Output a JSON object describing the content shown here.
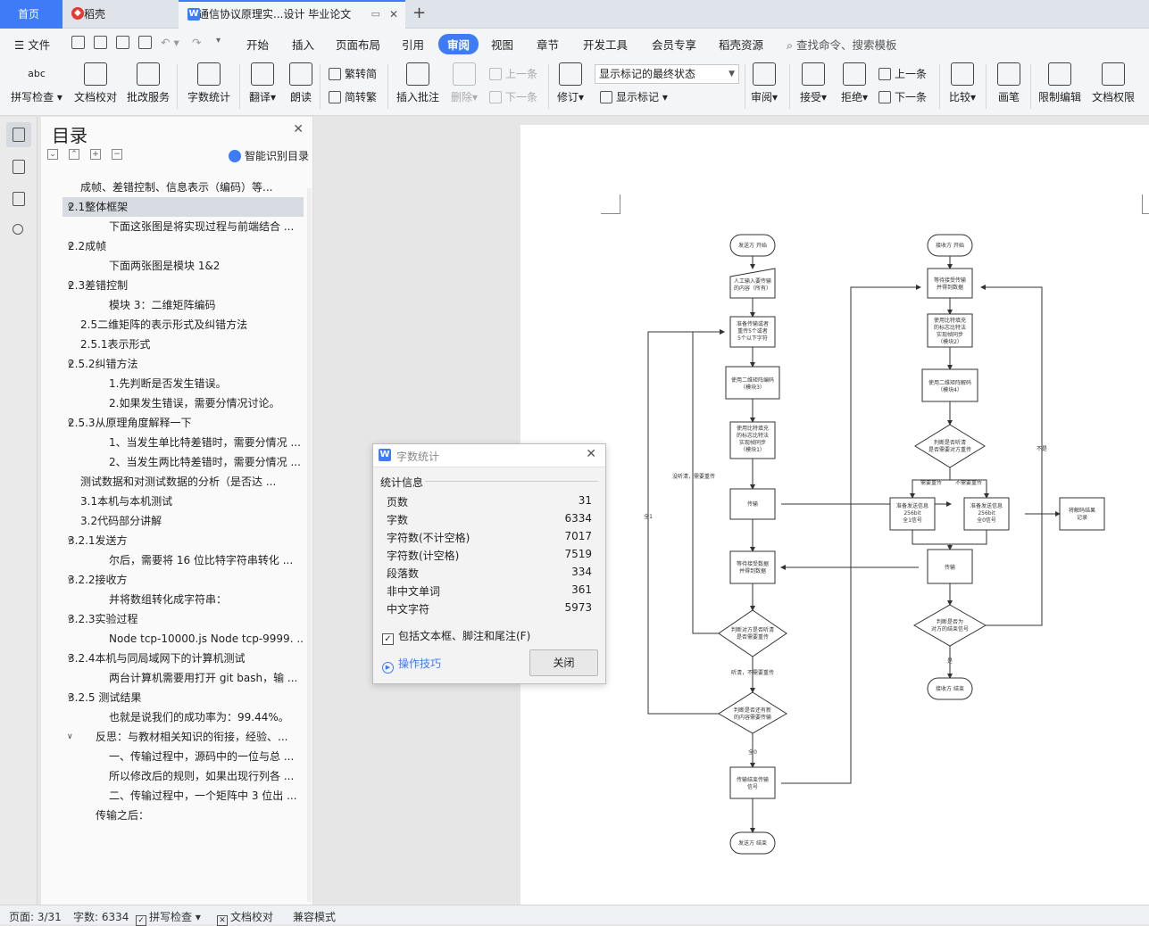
{
  "tabs": {
    "home": "首页",
    "daoke": "稻壳",
    "doc": "通信协议原理实...设计 毕业论文"
  },
  "menu": {
    "file": "文件",
    "items": [
      "开始",
      "插入",
      "页面布局",
      "引用",
      "审阅",
      "视图",
      "章节",
      "开发工具",
      "会员专享",
      "稻壳资源"
    ],
    "active": "审阅",
    "search": "查找命令、搜索模板"
  },
  "ribbon": {
    "spell": "拼写检查",
    "doccheck": "文档校对",
    "batch": "批改服务",
    "wordcount": "字数统计",
    "translate": "翻译",
    "read": "朗读",
    "trad": "繁转简",
    "simp": "简转繁",
    "insert_comment": "插入批注",
    "delete": "删除",
    "prev": "上一条",
    "next": "下一条",
    "track": "修订",
    "markup_select": "显示标记的最终状态",
    "show_markup": "显示标记",
    "review": "审阅",
    "accept": "接受",
    "reject": "拒绝",
    "prev2": "上一条",
    "next2": "下一条",
    "compare": "比较",
    "pen": "画笔",
    "restrict": "限制编辑",
    "permission": "文档权限"
  },
  "toc": {
    "title": "目录",
    "smart": "智能识别目录",
    "items": [
      {
        "text": "成帧、差错控制、信息表示（编码）等..."
      },
      {
        "text": "2.1整体框架"
      },
      {
        "text": "下面这张图是将实现过程与前端结合 ..."
      },
      {
        "text": "2.2成帧"
      },
      {
        "text": "下面两张图是模块 1&2"
      },
      {
        "text": "2.3差错控制"
      },
      {
        "text": "模块 3：二维矩阵编码"
      },
      {
        "text": "2.5二维矩阵的表示形式及纠错方法"
      },
      {
        "text": "2.5.1表示形式"
      },
      {
        "text": "2.5.2纠错方法"
      },
      {
        "text": "1.先判断是否发生错误。"
      },
      {
        "text": "2.如果发生错误，需要分情况讨论。"
      },
      {
        "text": "2.5.3从原理角度解释一下"
      },
      {
        "text": "1、当发生单比特差错时，需要分情况 ..."
      },
      {
        "text": "2、当发生两比特差错时，需要分情况 ..."
      },
      {
        "text": "测试数据和对测试数据的分析（是否达 ..."
      },
      {
        "text": "3.1本机与本机测试"
      },
      {
        "text": "3.2代码部分讲解"
      },
      {
        "text": "3.2.1发送方"
      },
      {
        "text": "尔后，需要将 16 位比特字符串转化 ..."
      },
      {
        "text": "3.2.2接收方"
      },
      {
        "text": "并将数组转化成字符串："
      },
      {
        "text": "3.2.3实验过程"
      },
      {
        "text": "Node tcp-10000.js Node tcp-9999. ..."
      },
      {
        "text": "3.2.4本机与同局域网下的计算机测试"
      },
      {
        "text": "两台计算机需要用打开 git bash，输 ..."
      },
      {
        "text": "3.2.5 测试结果"
      },
      {
        "text": "也就是说我们的成功率为：99.44%。"
      },
      {
        "text": "反思：与教材相关知识的衔接，经验、..."
      },
      {
        "text": "一、传输过程中，源码中的一位与总 ..."
      },
      {
        "text": "所以修改后的规则，如果出现行列各 ..."
      },
      {
        "text": "二、传输过程中，一个矩阵中 3 位出 ..."
      },
      {
        "text": "传输之后："
      }
    ]
  },
  "dialog": {
    "title": "字数统计",
    "section": "统计信息",
    "stats": [
      {
        "label": "页数",
        "value": "31"
      },
      {
        "label": "字数",
        "value": "6334"
      },
      {
        "label": "字符数(不计空格)",
        "value": "7017"
      },
      {
        "label": "字符数(计空格)",
        "value": "7519"
      },
      {
        "label": "段落数",
        "value": "334"
      },
      {
        "label": "非中文单词",
        "value": "361"
      },
      {
        "label": "中文字符",
        "value": "5973"
      }
    ],
    "checkbox": "包括文本框、脚注和尾注(F)",
    "tips": "操作技巧",
    "close": "关闭"
  },
  "flowchart": {
    "s_start": "发送方 开始",
    "s_input": [
      "人工输入要传输",
      "的内容（所有）"
    ],
    "s_prepare": [
      "准备传输或者",
      "重传5个或者",
      "5个以下字符"
    ],
    "s_encode": [
      "使用二维矩阵编码",
      "（模块3）"
    ],
    "s_bitfill": [
      "使用比特填充",
      "的标志比特法",
      "实现帧同步",
      "（模块1）"
    ],
    "s_transmit": "传输",
    "s_wait": [
      "等待接受数据",
      "并得到数据"
    ],
    "s_judge1": [
      "判断对方是否听清",
      "是否需要重传"
    ],
    "s_judge2": [
      "判断是否还有新",
      "的内容需要传输"
    ],
    "s_end_signal": [
      "传输结束传输",
      "信号"
    ],
    "s_end": "发送方 结束",
    "r_start": "接收方 开始",
    "r_wait": [
      "等待接受传输",
      "并得到数据"
    ],
    "r_bitfill": [
      "使用比特填充",
      "的标志比特法",
      "实现帧同步",
      "（模块2）"
    ],
    "r_decode": [
      "使用二维矩阵解码",
      "（模块4）"
    ],
    "r_judge": [
      "判断是否听清",
      "是否需要对方重传"
    ],
    "r_send1": [
      "准备发送信息",
      "256bit",
      "全1信号"
    ],
    "r_send0": [
      "准备发送信息",
      "256bit",
      "全0信号"
    ],
    "r_record": [
      "将解码结果",
      "记录"
    ],
    "r_transmit": "传输",
    "r_judge_end": [
      "判断是否为",
      "对方的结束信号"
    ],
    "r_end": "接收方 结束",
    "lbl_unclear": "没听清，需要重传",
    "lbl_clear": "听清，不需要重传",
    "lbl_all1": "全1",
    "lbl_all0": "全0",
    "lbl_need": "需要重传",
    "lbl_noneed": "不需要重传",
    "lbl_no": "不是",
    "lbl_yes": "是"
  },
  "status": {
    "page": "页面: 3/31",
    "words": "字数: 6334",
    "spell": "拼写检查",
    "doccheck": "文档校对",
    "compat": "兼容模式"
  }
}
